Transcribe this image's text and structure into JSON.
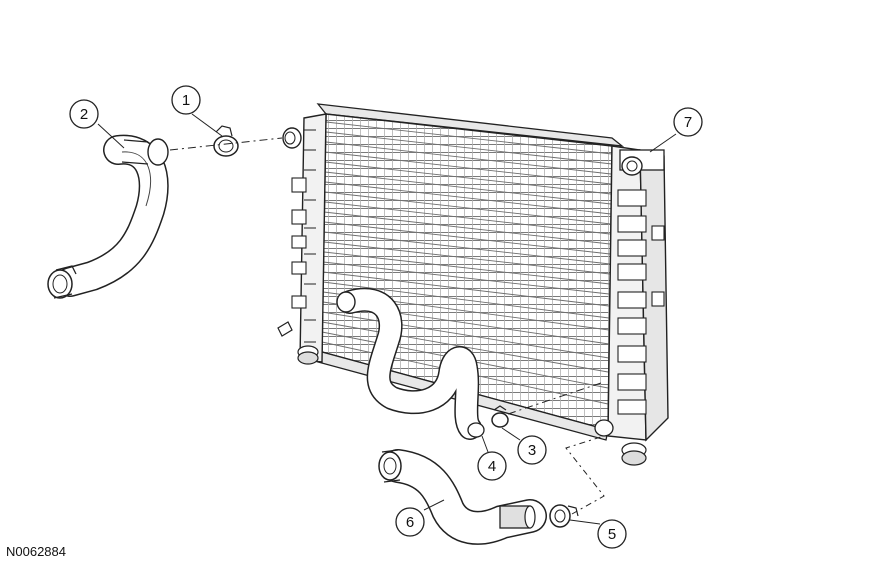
{
  "reference_code": "N0062884",
  "callouts": [
    "1",
    "2",
    "3",
    "4",
    "5",
    "6",
    "7"
  ]
}
